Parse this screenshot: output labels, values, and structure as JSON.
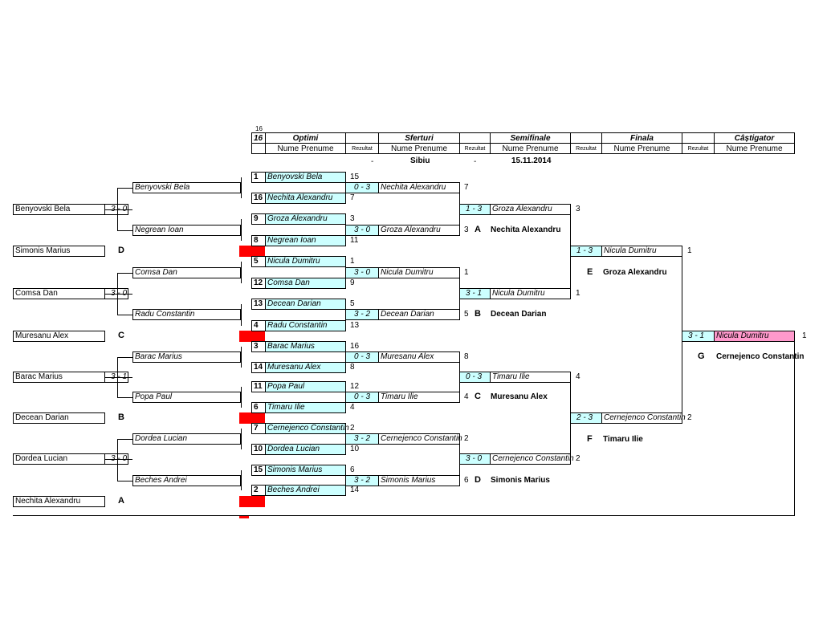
{
  "header": {
    "count_top": "16",
    "count_cell": "16",
    "rounds": [
      "Optimi",
      "Sferturi",
      "Semifinale",
      "Finala",
      "Câștigator"
    ],
    "name_col": "Nume Prenume",
    "result_col": "Rezultat",
    "dash1": "-",
    "city": "Sibiu",
    "dash2": "-",
    "date": "15.11.2014"
  },
  "left_players": [
    {
      "name": "Benyovski Bela",
      "score": "3 -  0"
    },
    {
      "name": "Simonis Marius",
      "letter": "D"
    },
    {
      "name": "Comsa Dan",
      "score": "3 -  0"
    },
    {
      "name": "Muresanu Alex",
      "letter": "C"
    },
    {
      "name": "Barac Marius",
      "score": "3 -  1"
    },
    {
      "name": "Decean Darian",
      "letter": "B"
    },
    {
      "name": "Dordea Lucian",
      "score": "3 -  0"
    },
    {
      "name": "Nechita Alexandru",
      "letter": "A"
    }
  ],
  "mid_left": [
    "Benyovski Bela",
    "Negrean Ioan",
    "Comsa Dan",
    "Radu Constantin",
    "Barac Marius",
    "Popa Paul",
    "Dordea Lucian",
    "Beches Andrei"
  ],
  "seeds": [
    {
      "num": "1",
      "name": "Benyovski Bela",
      "val": "15"
    },
    {
      "num": "16",
      "name": "Nechita Alexandru",
      "val": "7"
    },
    {
      "num": "9",
      "name": "Groza Alexandru",
      "val": "3"
    },
    {
      "num": "8",
      "name": "Negrean Ioan",
      "val": "11"
    },
    {
      "num": "5",
      "name": "Nicula Dumitru",
      "val": "1"
    },
    {
      "num": "12",
      "name": "Comsa Dan",
      "val": "9"
    },
    {
      "num": "13",
      "name": "Decean Darian",
      "val": "5"
    },
    {
      "num": "4",
      "name": "Radu Constantin",
      "val": "13"
    },
    {
      "num": "3",
      "name": "Barac Marius",
      "val": "16"
    },
    {
      "num": "14",
      "name": "Muresanu Alex",
      "val": "8"
    },
    {
      "num": "11",
      "name": "Popa Paul",
      "val": "12"
    },
    {
      "num": "6",
      "name": "Timaru Ilie",
      "val": "4"
    },
    {
      "num": "7",
      "name": "Cernejenco Constantin",
      "val": "2"
    },
    {
      "num": "10",
      "name": "Dordea Lucian",
      "val": "10"
    },
    {
      "num": "15",
      "name": "Simonis Marius",
      "val": "6"
    },
    {
      "num": "2",
      "name": "Beches Andrei",
      "val": "14"
    }
  ],
  "quarters": [
    {
      "score": "0 -  3",
      "name": "Nechita Alexandru",
      "val": "7"
    },
    {
      "score": "3 -  0",
      "name": "Groza Alexandru",
      "val": "3",
      "letter": "A",
      "loser": "Nechita Alexandru"
    },
    {
      "score": "3 -  0",
      "name": "Nicula Dumitru",
      "val": "1"
    },
    {
      "score": "3 -  2",
      "name": "Decean Darian",
      "val": "5",
      "letter": "B",
      "loser": "Decean Darian"
    },
    {
      "score": "0 -  3",
      "name": "Muresanu Alex",
      "val": "8"
    },
    {
      "score": "0 -  3",
      "name": "Timaru Ilie",
      "val": "4",
      "letter": "C",
      "loser": "Muresanu Alex"
    },
    {
      "score": "3 -  2",
      "name": "Cernejenco Constantin",
      "val": "2"
    },
    {
      "score": "3 -  2",
      "name": "Simonis Marius",
      "val": "6",
      "letter": "D",
      "loser": "Simonis Marius"
    }
  ],
  "semis": [
    {
      "score": "1 -  3",
      "name": "Groza Alexandru",
      "val": "3"
    },
    {
      "score": "3 -  1",
      "name": "Nicula Dumitru",
      "val": "1"
    },
    {
      "score": "0 -  3",
      "name": "Timaru Ilie",
      "val": "4"
    },
    {
      "score": "3 -  0",
      "name": "Cernejenco Constantin",
      "val": "2"
    }
  ],
  "finals": [
    {
      "score": "1 -  3",
      "name": "Nicula Dumitru",
      "val": "1",
      "letter": "E",
      "loser": "Groza Alexandru"
    },
    {
      "score": "2 -  3",
      "name": "Cernejenco Constantin",
      "val": "2",
      "letter": "F",
      "loser": "Timaru Ilie"
    }
  ],
  "winner": {
    "score": "3 -  1",
    "name": "Nicula Dumitru",
    "val": "1",
    "letter": "G",
    "loser": "Cernejenco Constantin"
  },
  "colors": {
    "cyan": "#ccffff",
    "pink": "#ff99cc",
    "red": "#ff0000"
  }
}
